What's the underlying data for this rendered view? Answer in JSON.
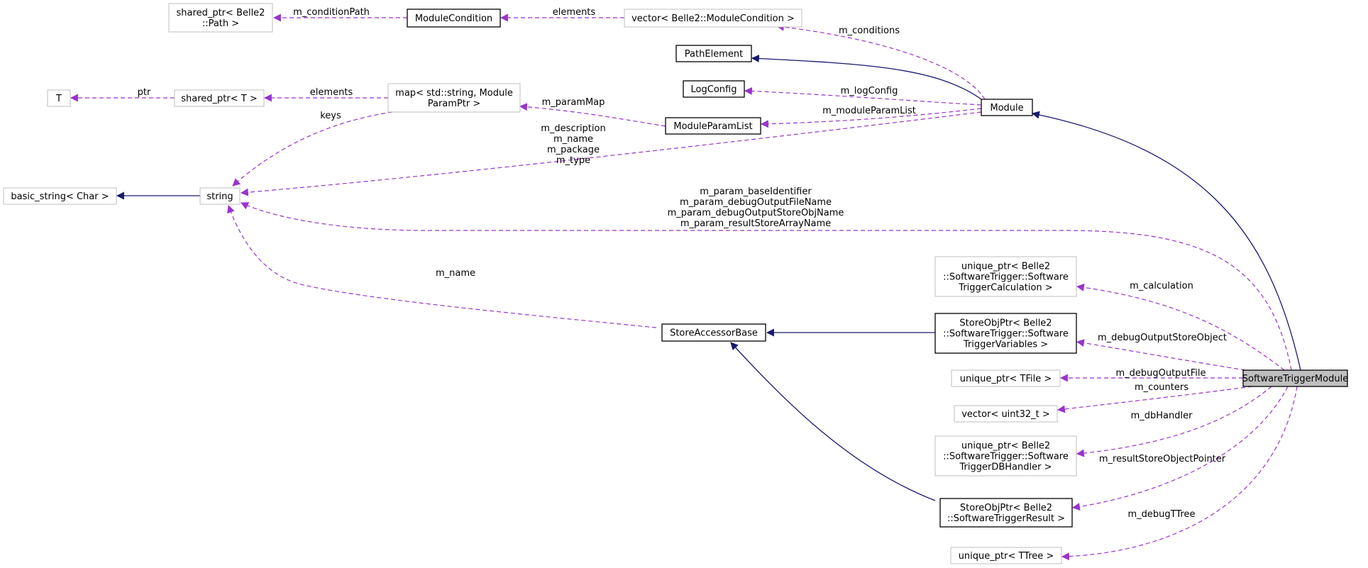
{
  "colors": {
    "inherit_edge": "#191970",
    "member_edge": "#9a32cd",
    "documented_border": "#000000",
    "undocumented_border": "#bfbfbf",
    "focus_fill": "#bfbfbf",
    "background": "#ffffff"
  },
  "nodes": {
    "software_trigger_module": [
      "SoftwareTriggerModule"
    ],
    "module": [
      "Module"
    ],
    "path_element": [
      "PathElement"
    ],
    "log_config": [
      "LogConfig"
    ],
    "module_param_list": [
      "ModuleParamList"
    ],
    "module_condition": [
      "ModuleCondition"
    ],
    "vector_module_condition": [
      "vector< Belle2::ModuleCondition >"
    ],
    "shared_ptr_path": [
      "shared_ptr< Belle2",
      "::Path >"
    ],
    "map_param": [
      "map< std::string, Module",
      "ParamPtr >"
    ],
    "shared_ptr_t": [
      "shared_ptr< T >"
    ],
    "t": [
      "T"
    ],
    "string": [
      "string"
    ],
    "basic_string": [
      "basic_string< Char >"
    ],
    "store_accessor_base": [
      "StoreAccessorBase"
    ],
    "unique_ptr_calc": [
      "unique_ptr< Belle2",
      "::SoftwareTrigger::Software",
      "TriggerCalculation >"
    ],
    "store_obj_ptr_vars": [
      "StoreObjPtr< Belle2",
      "::SoftwareTrigger::Software",
      "TriggerVariables >"
    ],
    "unique_ptr_tfile": [
      "unique_ptr< TFile >"
    ],
    "vector_uint32": [
      "vector< uint32_t >"
    ],
    "unique_ptr_db": [
      "unique_ptr< Belle2",
      "::SoftwareTrigger::Software",
      "TriggerDBHandler >"
    ],
    "store_obj_ptr_result": [
      "StoreObjPtr< Belle2",
      "::SoftwareTriggerResult >"
    ],
    "unique_ptr_ttree": [
      "unique_ptr< TTree >"
    ]
  },
  "edge_labels": {
    "m_conditionPath": [
      "m_conditionPath"
    ],
    "elements_cond": [
      "elements"
    ],
    "m_conditions": [
      "m_conditions"
    ],
    "ptr": [
      "ptr"
    ],
    "elements_map": [
      "elements"
    ],
    "keys": [
      "keys"
    ],
    "m_paramMap": [
      "m_paramMap"
    ],
    "m_logConfig": [
      "m_logConfig"
    ],
    "m_moduleParamList": [
      "m_moduleParamList"
    ],
    "module_strings": [
      "m_description",
      "m_name",
      "m_package",
      "m_type"
    ],
    "param_strings": [
      "m_param_baseIdentifier",
      "m_param_debugOutputFileName",
      "m_param_debugOutputStoreObjName",
      "m_param_resultStoreArrayName"
    ],
    "m_name": [
      "m_name"
    ],
    "m_calculation": [
      "m_calculation"
    ],
    "m_debugOutputStoreObject": [
      "m_debugOutputStoreObject"
    ],
    "m_debugOutputFile": [
      "m_debugOutputFile"
    ],
    "m_counters": [
      "m_counters"
    ],
    "m_dbHandler": [
      "m_dbHandler"
    ],
    "m_resultStoreObjectPointer": [
      "m_resultStoreObjectPointer"
    ],
    "m_debugTTree": [
      "m_debugTTree"
    ]
  }
}
